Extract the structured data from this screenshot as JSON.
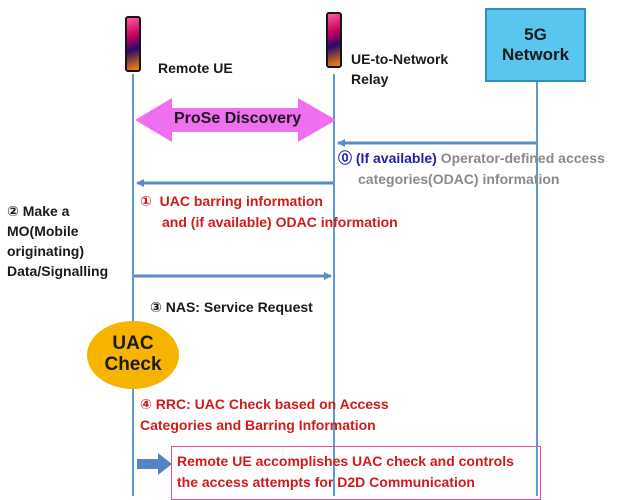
{
  "entities": {
    "remote_ue": "Remote UE",
    "relay_line1": "UE-to-Network",
    "relay_line2": "Relay",
    "network_line1": "5G",
    "network_line2": "Network"
  },
  "prose": {
    "label": "ProSe Discovery"
  },
  "step0": {
    "marker": "⓪",
    "qualifier": "(If available)",
    "line1_rest": "Operator-defined access",
    "line2": "categories(ODAC) information"
  },
  "step1": {
    "marker": "①",
    "line1": "UAC barring information",
    "line2": "and (if available) ODAC information"
  },
  "step2": {
    "line1": "② Make a",
    "line2": "MO(Mobile",
    "line3": "originating)",
    "line4": "Data/Signalling"
  },
  "step3": {
    "label": "③ NAS: Service Request"
  },
  "uac_check": {
    "line1": "UAC",
    "line2": "Check"
  },
  "step4": {
    "line1": "④ RRC: UAC Check based on Access",
    "line2": "Categories and Barring Information"
  },
  "final": {
    "line1": "Remote UE accomplishes UAC check and controls",
    "line2": "the access attempts for D2D Communication"
  },
  "colors": {
    "lifeline": "#5a9bd3",
    "message_arrow": "#5b8cc6",
    "prose_arrow": "#f06ef0",
    "red_text": "#d11a1a",
    "blue_text": "#1f1fa8",
    "gray_text": "#8a8a8a",
    "network_box": "#58c6ef",
    "uac_oval": "#f6b400",
    "final_box_border": "#e0529f"
  }
}
